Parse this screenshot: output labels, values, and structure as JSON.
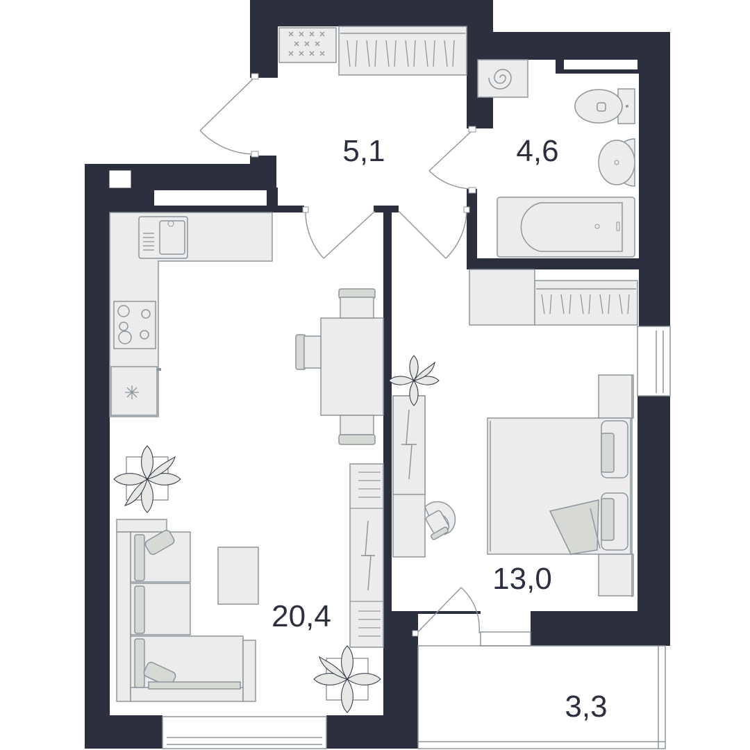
{
  "colors": {
    "wall": "#2b2f3e",
    "furniture_fill": "#ececec",
    "furniture_stroke": "#8c959c",
    "accent_fill": "#d7d9d5",
    "background": "#ffffff"
  },
  "rooms": {
    "hallway": {
      "area": "5,1"
    },
    "bathroom": {
      "area": "4,6"
    },
    "kitchen_living": {
      "area": "20,4"
    },
    "bedroom": {
      "area": "13,0"
    },
    "balcony": {
      "area": "3,3"
    }
  },
  "icons": [
    "plant-icon",
    "toilet-icon",
    "sink-icon",
    "bathtub-icon",
    "washing-machine-icon",
    "stove-icon",
    "bed-icon",
    "sofa-icon"
  ]
}
